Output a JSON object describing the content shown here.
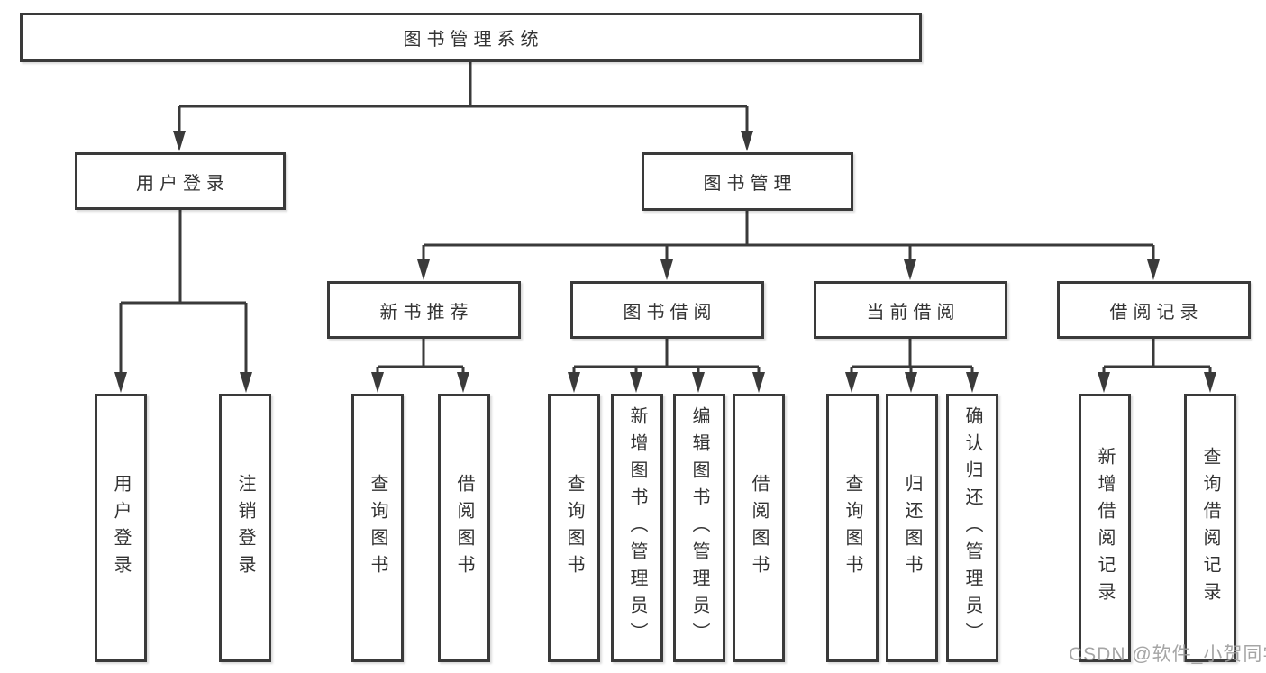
{
  "diagram": {
    "title": "图书管理系统",
    "watermark": "CSDN @软件_小贺同学",
    "colors": {
      "line": "#3a3a3a",
      "text": "#333333",
      "box_fill": "#ffffff",
      "watermark": "#9c9c9c",
      "background": "#ffffff"
    },
    "nodes": {
      "root": "图书管理系统",
      "user_login": "用户登录",
      "book_mgmt": "图书管理",
      "user_login_children": [
        "用户登录",
        "注销登录"
      ],
      "modules": [
        "新书推荐",
        "图书借阅",
        "当前借阅",
        "借阅记录"
      ],
      "new_book_children": [
        "查询图书",
        "借阅图书"
      ],
      "borrow_children": [
        "查询图书",
        "新增图书（管理员）",
        "编辑图书（管理员）",
        "借阅图书"
      ],
      "current_children": [
        "查询图书",
        "归还图书",
        "确认归还（管理员）"
      ],
      "record_children": [
        "新增借阅记录",
        "查询借阅记录"
      ]
    }
  }
}
